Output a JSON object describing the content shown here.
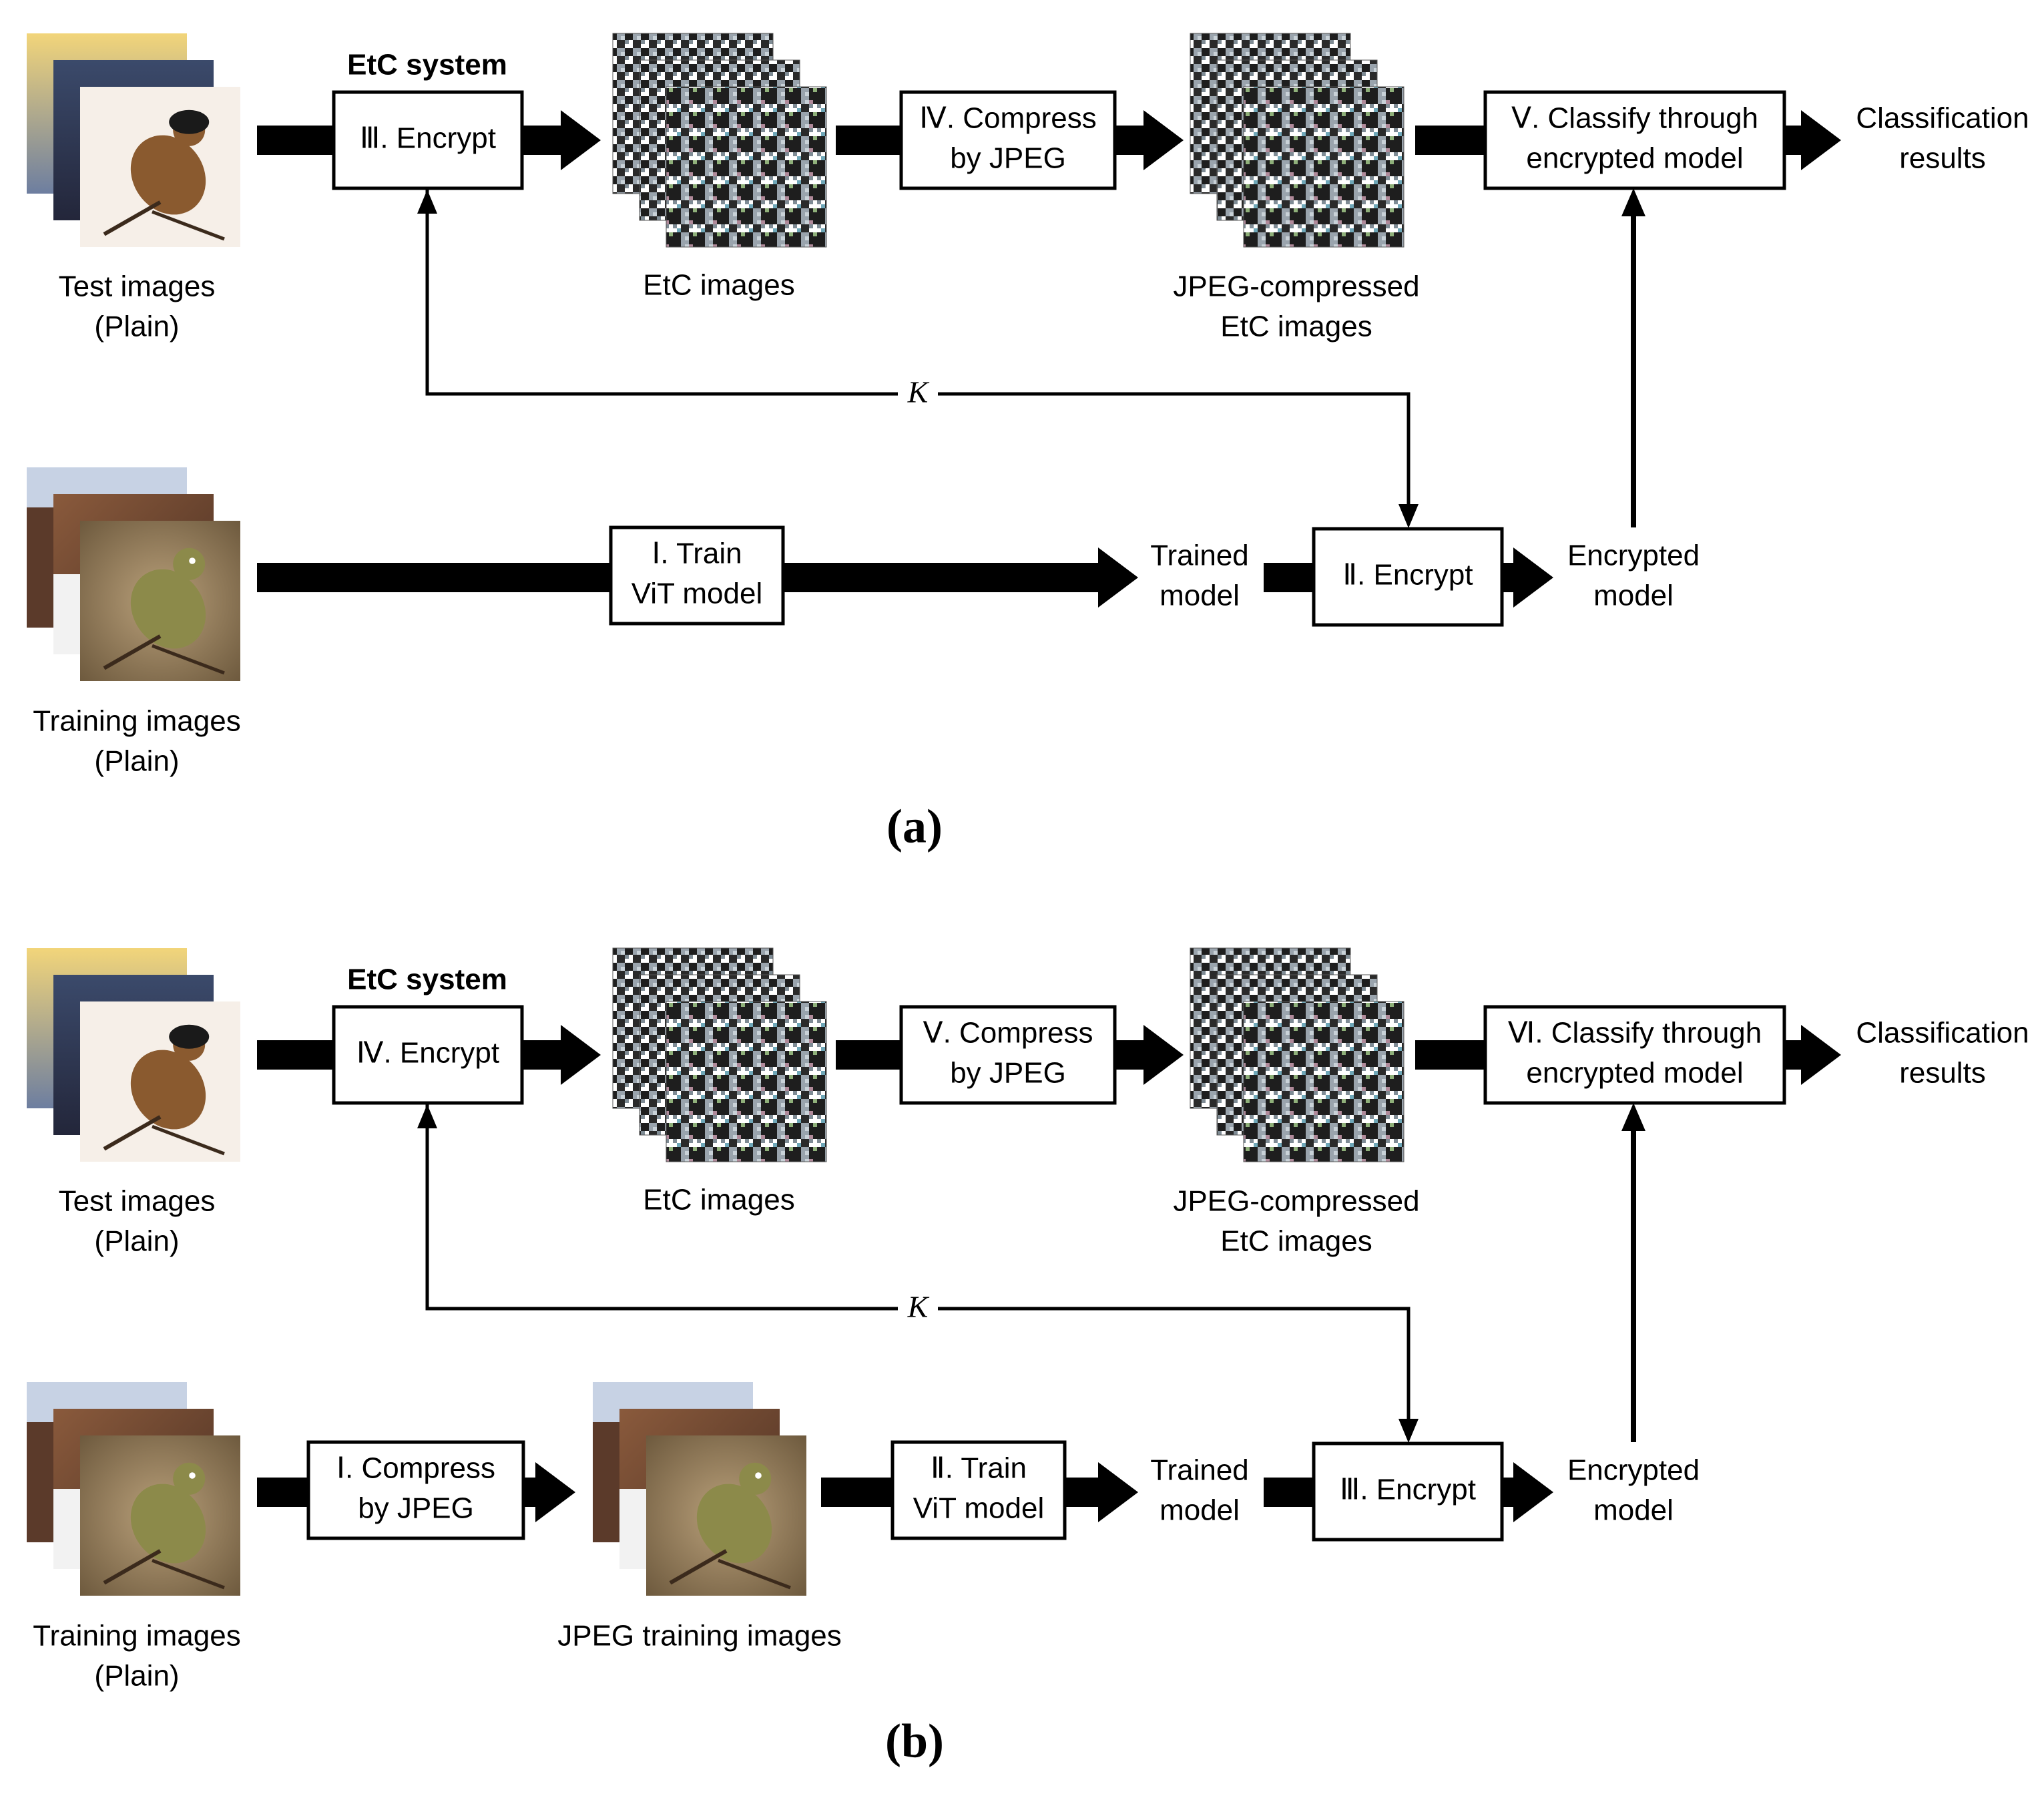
{
  "panels": [
    {
      "caption": "(a)",
      "system_label": "EtC system",
      "test_images_label": [
        "Test images",
        "(Plain)"
      ],
      "training_images_label": [
        "Training images",
        "(Plain)"
      ],
      "etc_images_label": [
        "EtC images"
      ],
      "jpeg_etc_images_label": [
        "JPEG-compressed",
        "EtC images"
      ],
      "key_label": "K",
      "classification_results": [
        "Classification",
        "results"
      ],
      "trained_model_label": [
        "Trained",
        "model"
      ],
      "encrypted_model_label": [
        "Encrypted",
        "model"
      ],
      "steps": {
        "encrypt_images": [
          "Ⅲ. Encrypt"
        ],
        "compress": [
          "Ⅳ. Compress",
          "by JPEG"
        ],
        "classify": [
          "Ⅴ. Classify through",
          "encrypted model"
        ],
        "train": [
          "Ⅰ. Train",
          "ViT model"
        ],
        "encrypt_model": [
          "Ⅱ. Encrypt"
        ]
      }
    },
    {
      "caption": "(b)",
      "system_label": "EtC system",
      "test_images_label": [
        "Test images",
        "(Plain)"
      ],
      "training_images_label": [
        "Training images",
        "(Plain)"
      ],
      "etc_images_label": [
        "EtC images"
      ],
      "jpeg_etc_images_label": [
        "JPEG-compressed",
        "EtC images"
      ],
      "jpeg_training_images_label": [
        "JPEG training images"
      ],
      "key_label": "K",
      "classification_results": [
        "Classification",
        "results"
      ],
      "trained_model_label": [
        "Trained",
        "model"
      ],
      "encrypted_model_label": [
        "Encrypted",
        "model"
      ],
      "steps": {
        "encrypt_images": [
          "Ⅳ. Encrypt"
        ],
        "compress": [
          "Ⅴ. Compress",
          "by JPEG"
        ],
        "classify": [
          "Ⅵ. Classify through",
          "encrypted model"
        ],
        "compress_training": [
          "Ⅰ. Compress",
          "by JPEG"
        ],
        "train": [
          "Ⅱ. Train",
          "ViT model"
        ],
        "encrypt_model": [
          "Ⅲ. Encrypt"
        ]
      }
    }
  ]
}
